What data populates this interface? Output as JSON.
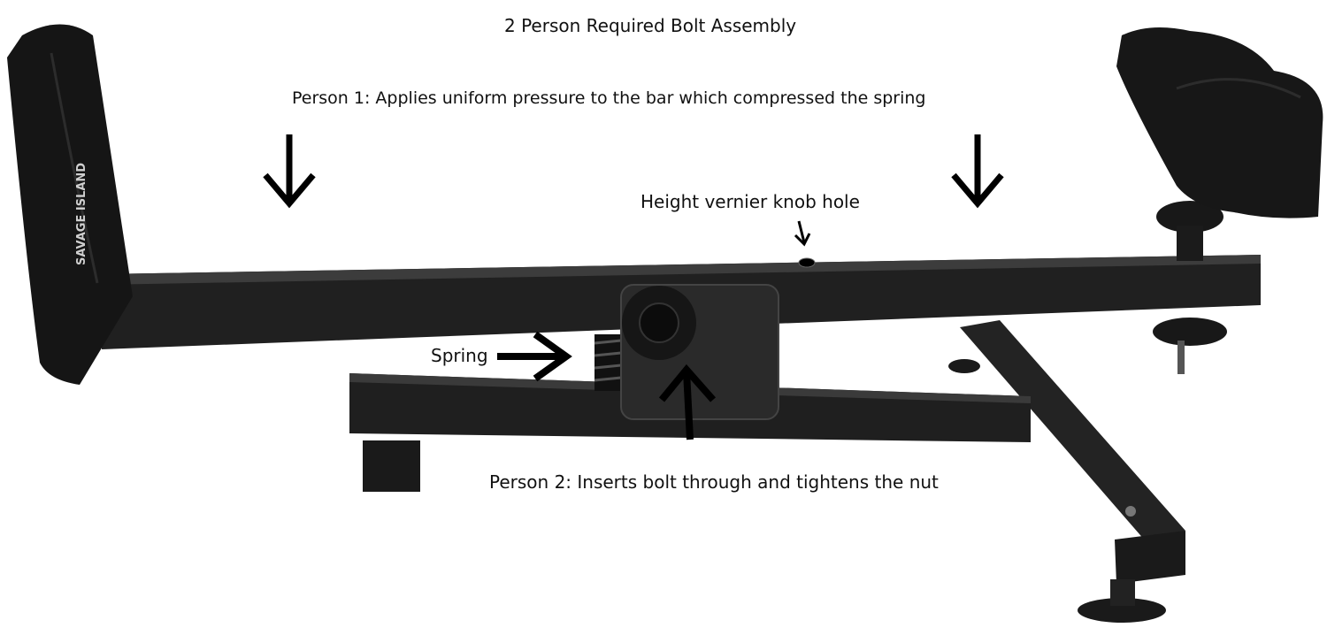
{
  "title": "2 Person Required Bolt Assembly",
  "person1": "Person 1: Applies uniform pressure to the bar which compressed the spring",
  "knob_hole": "Height vernier knob hole",
  "spring": "Spring",
  "person2": "Person 2: Inserts bolt through and tightens the nut",
  "brand": "SAVAGE ISLAND",
  "colors": {
    "metal": "#1e1e1e",
    "metal_edge": "#3a3a3a",
    "arrow": "#000000",
    "bag": "#151515"
  }
}
